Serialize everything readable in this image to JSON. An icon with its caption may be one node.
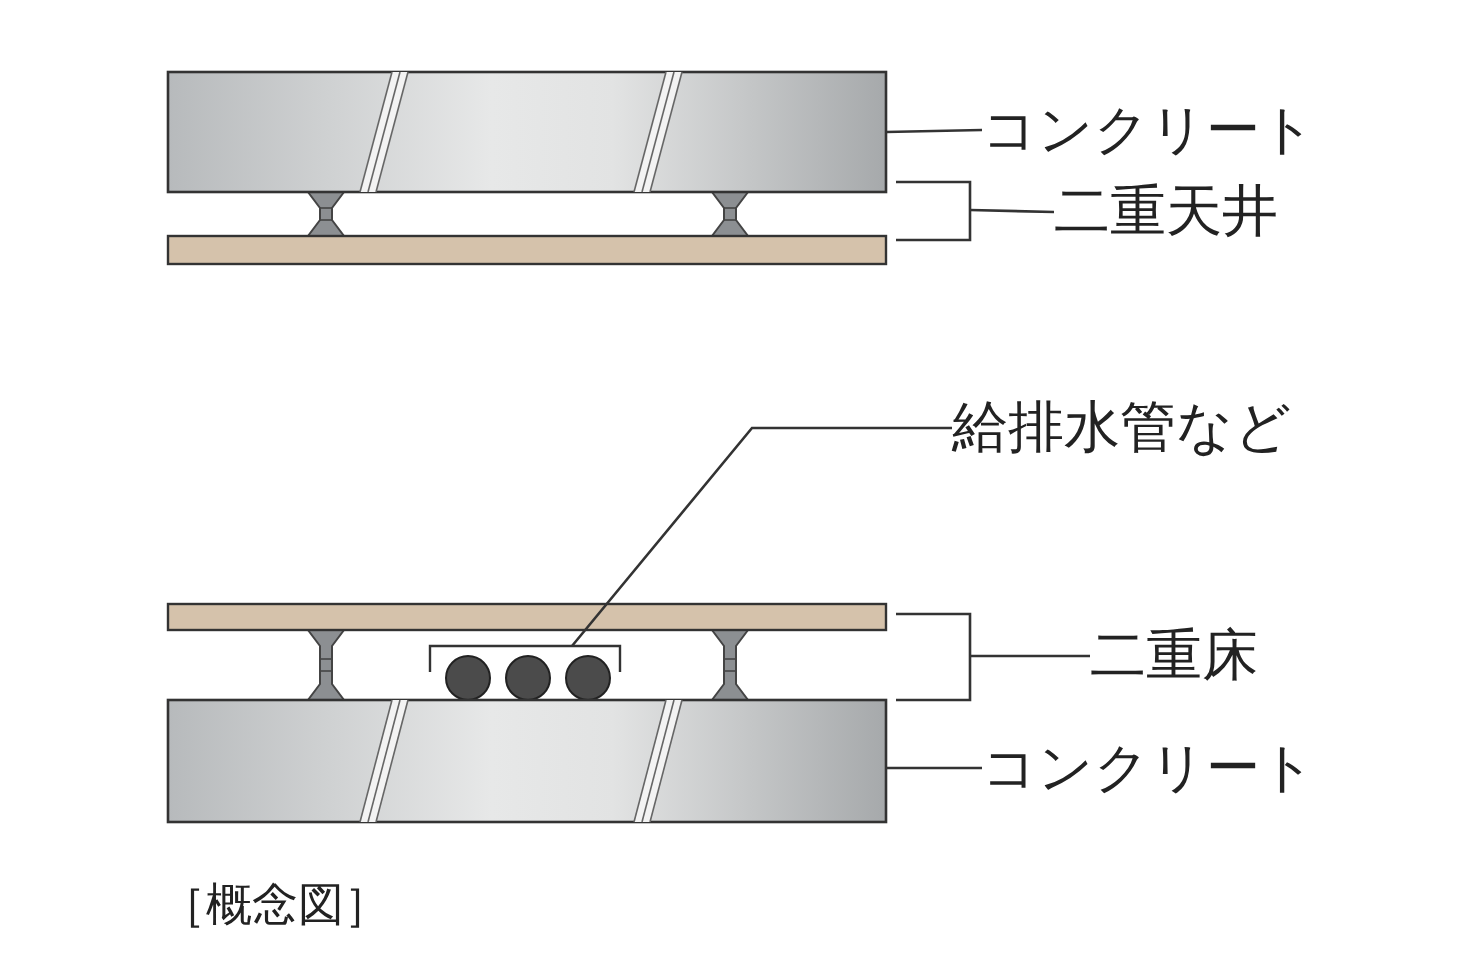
{
  "diagram": {
    "caption": "［概念図］",
    "nodes": [
      {
        "text": [
          "コンクリート"
        ]
      },
      {
        "text": [],
        "shape": "box"
      },
      {
        "text": [],
        "shape": "bar"
      },
      {
        "text": [
          "二重天井"
        ]
      },
      {
        "text": [],
        "shape": "bracket"
      },
      {
        "text": [
          "給排水管など"
        ]
      },
      {
        "text": [],
        "shape": "bar"
      },
      {
        "text": [],
        "shape": "circle"
      },
      {
        "text": [],
        "shape": "bracket"
      },
      {
        "text": [
          "二重床"
        ]
      },
      {
        "text": [
          "コンクリート"
        ]
      },
      {
        "text": [],
        "shape": "box"
      }
    ],
    "edges": [
      {
        "from": 0,
        "to": 1,
        "arrow": "none"
      },
      {
        "from": 3,
        "to": 4,
        "arrow": "none"
      },
      {
        "from": 5,
        "to": 7,
        "arrow": "none"
      },
      {
        "from": 9,
        "to": 8,
        "arrow": "none"
      },
      {
        "from": 10,
        "to": 11,
        "arrow": "none"
      }
    ]
  }
}
